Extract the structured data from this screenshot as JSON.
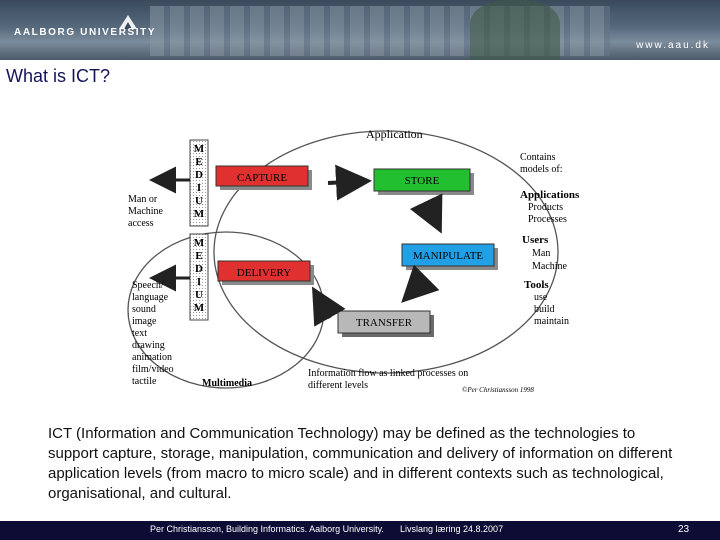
{
  "header": {
    "university": "AALBORG UNIVERSITY",
    "url": "www.aau.dk"
  },
  "slide": {
    "title": "What is ICT?",
    "description": "ICT (Information and Communication Technology) may be defined as the technologies to support capture, storage, manipulation, communication and delivery of information on different application levels (from macro to micro scale) and in different contexts such as technological, organisational, and cultural."
  },
  "diagram": {
    "application": "Application",
    "medium_letters": [
      "M",
      "E",
      "D",
      "I",
      "U",
      "M"
    ],
    "capture": "CAPTURE",
    "store": "STORE",
    "manipulate": "MANIPULATE",
    "delivery": "DELIVERY",
    "transfer": "TRANSFER",
    "access": [
      "Man or",
      "Machine",
      "access"
    ],
    "media": [
      "Speech/",
      "language",
      "sound",
      "image",
      "text",
      "drawing",
      "animation",
      "film/video",
      "tactile"
    ],
    "multimedia": "Multimedia",
    "contains": [
      "Contains",
      "models of:"
    ],
    "applications": "Applications",
    "applications_items": [
      "Products",
      "Processes"
    ],
    "users": "Users",
    "users_items": [
      "Man",
      "Machine"
    ],
    "tools": "Tools",
    "tools_items": [
      "use",
      "build",
      "maintain"
    ],
    "flow_note": [
      "Information flow as linked processes on",
      "different levels"
    ],
    "credit": "©Per Christiansson 1998"
  },
  "footer": {
    "text": "Per Christiansson, Building Informatics. Aalborg University.",
    "date": "Livslang læring 24.8.2007",
    "page": "23"
  }
}
